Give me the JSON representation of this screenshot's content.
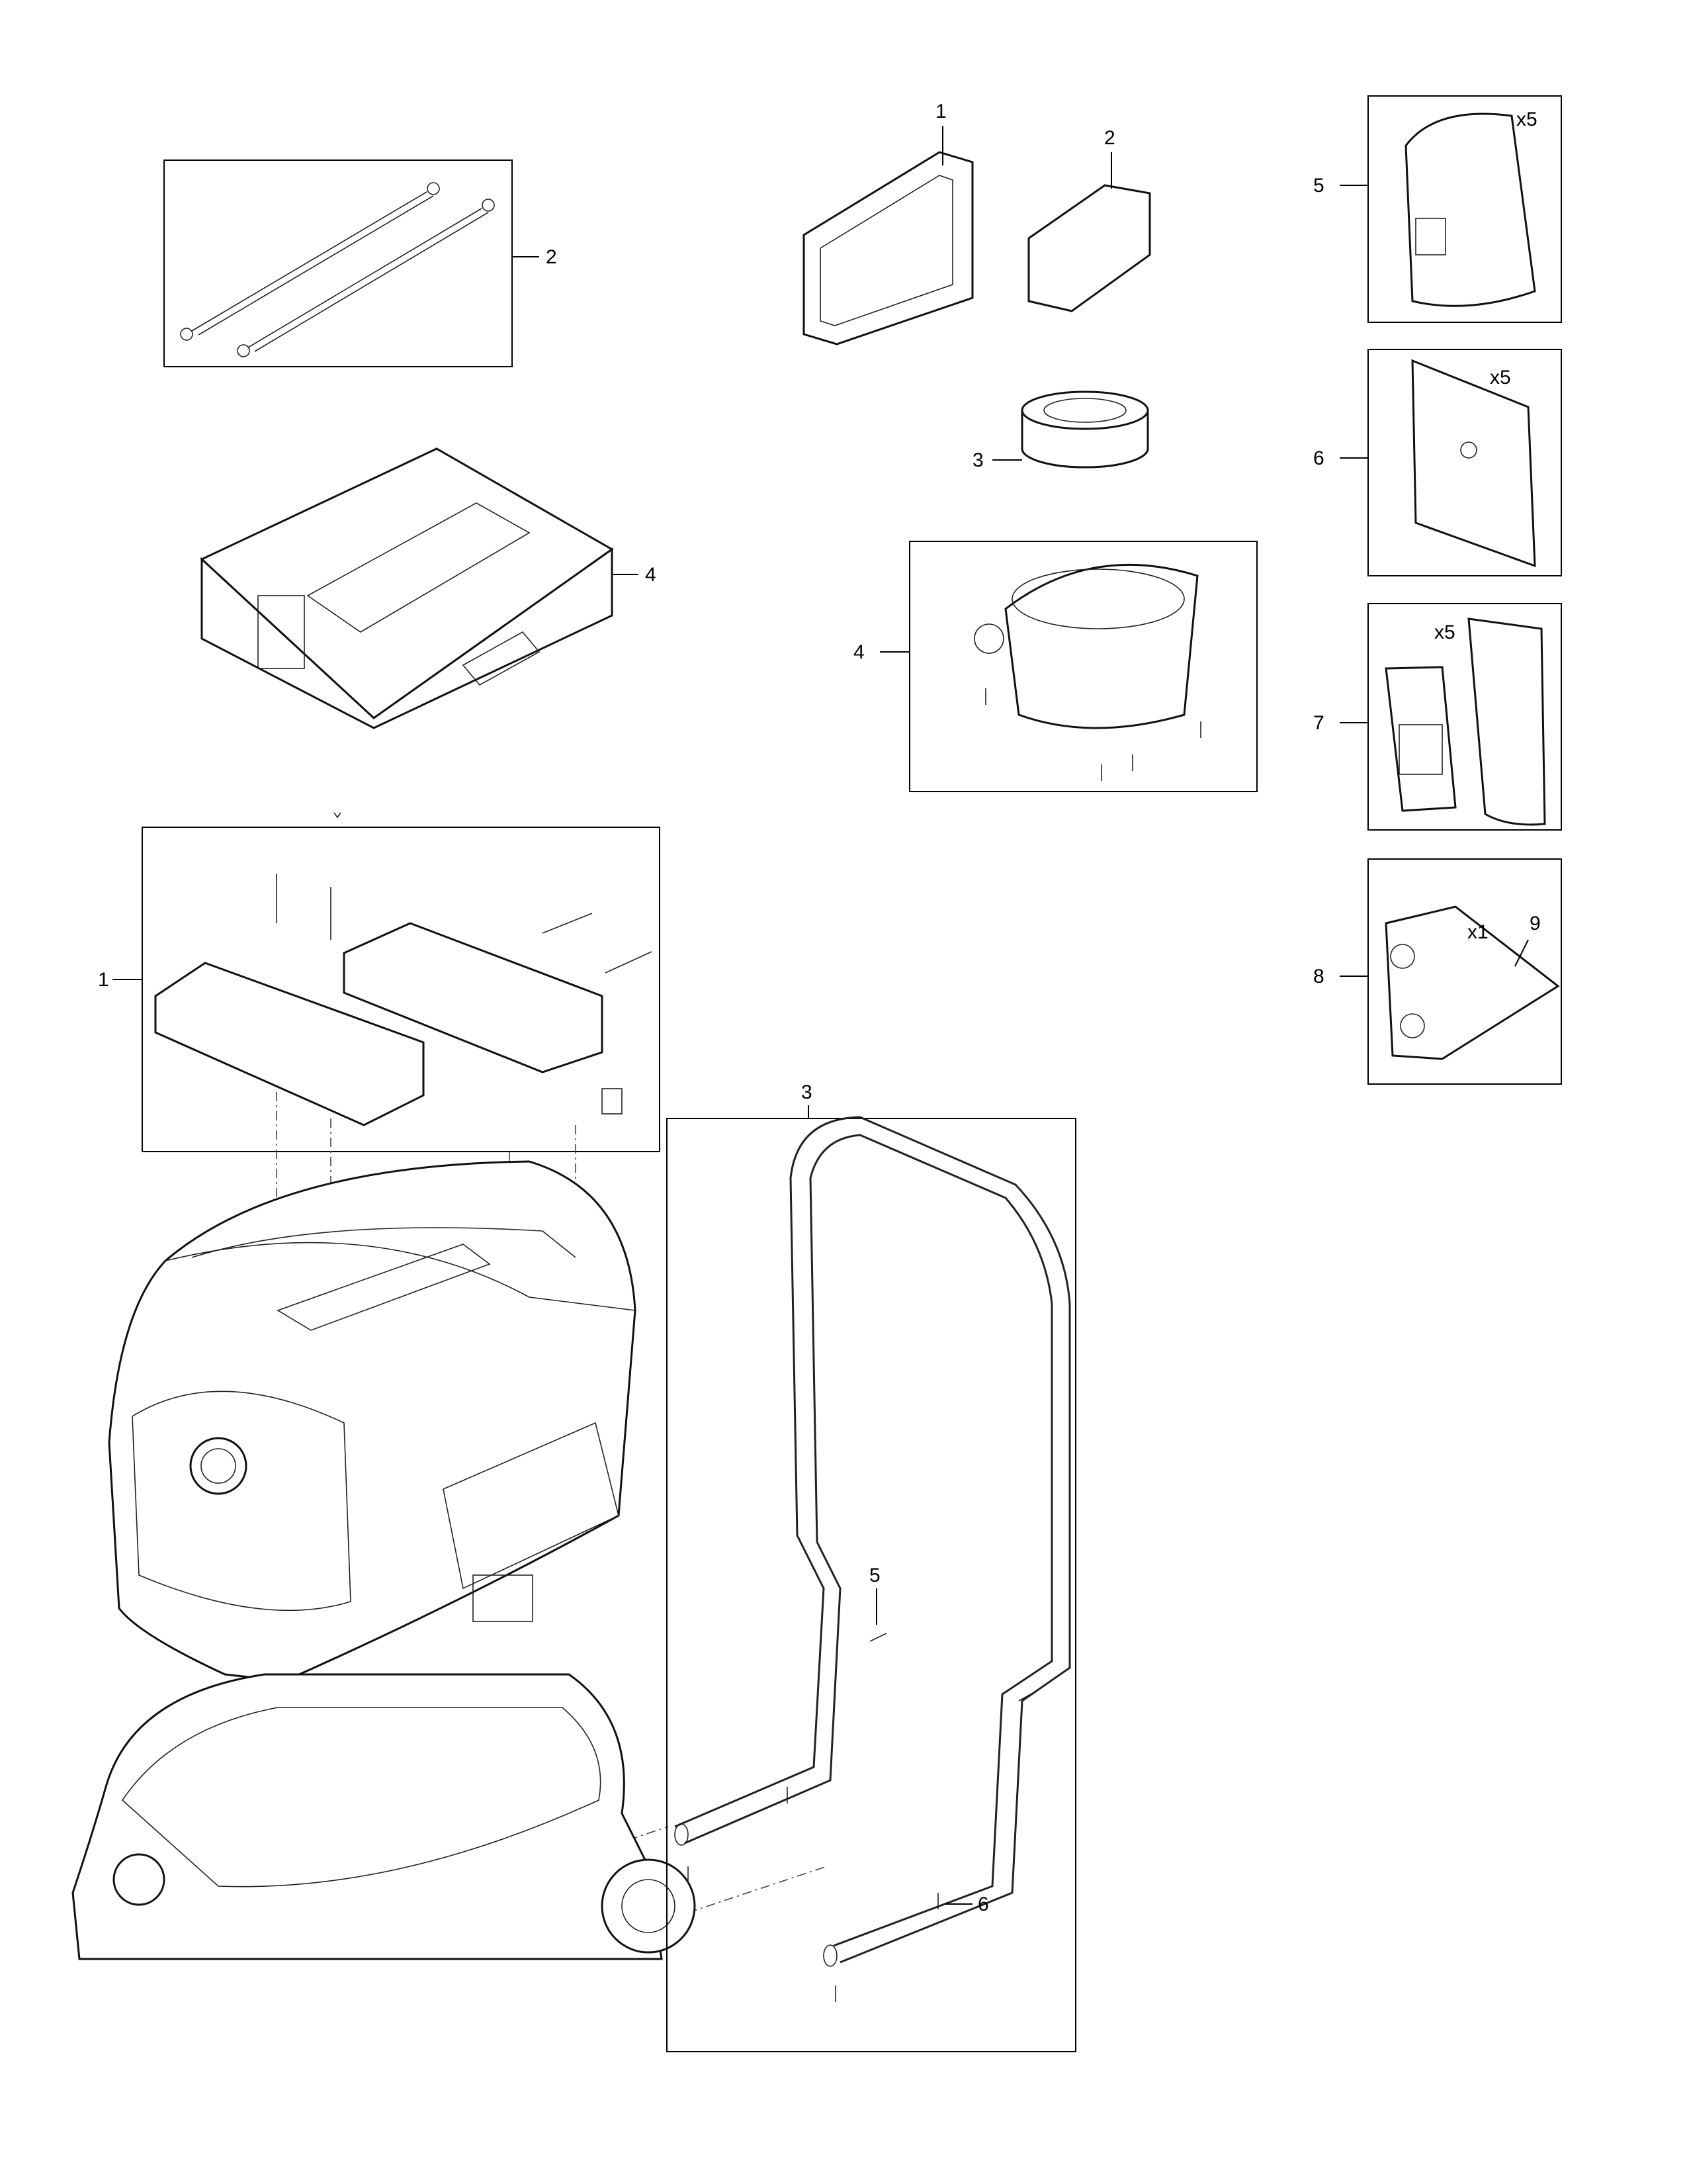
{
  "callouts": {
    "acc_bungee": "2",
    "acc_case": "4",
    "acc_filter_panel_large": "1",
    "acc_filter_panel_small": "2",
    "acc_cartridge": "3",
    "acc_prefilter_bowl": "4",
    "bag_fleece": "5",
    "bag_paper": "6",
    "bag_plastic": "7",
    "bag_disposal": "8",
    "bag_nozzle": "9",
    "asm_holder": "1",
    "asm_handle": "3",
    "asm_screw_upper": "5",
    "asm_screw_lower": "6"
  },
  "quantities": {
    "bag_fleece": "x5",
    "bag_paper": "x5",
    "bag_plastic": "x5",
    "bag_disposal": "x1"
  }
}
